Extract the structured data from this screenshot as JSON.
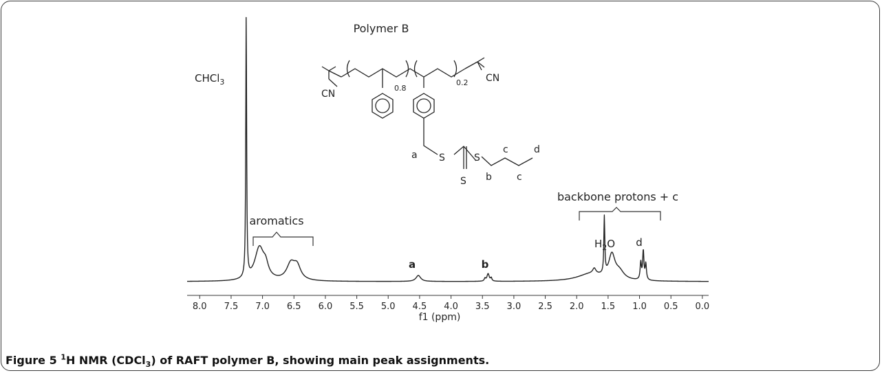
{
  "chart_data": {
    "type": "line",
    "xlabel": "f1 (ppm)",
    "xlim": [
      8.2,
      -0.1
    ],
    "x_reversed": true,
    "x_ticks": [
      "8.0",
      "7.5",
      "7.0",
      "6.5",
      "6.0",
      "5.5",
      "5.0",
      "4.5",
      "4.0",
      "3.5",
      "3.0",
      "2.5",
      "2.0",
      "1.5",
      "1.0",
      "0.5",
      "0.0"
    ],
    "y_axis_shown": false,
    "grid": false,
    "legend": "none",
    "peaks": [
      {
        "shift": 7.26,
        "height": 100,
        "width": 0.008,
        "label": "CHCl3"
      },
      {
        "shift": 7.05,
        "height": 12.5,
        "width": 0.09,
        "label": "aromatics"
      },
      {
        "shift": 6.95,
        "height": 4.0,
        "width": 0.05
      },
      {
        "shift": 6.55,
        "height": 6.0,
        "width": 0.08,
        "label": "aromatics"
      },
      {
        "shift": 6.45,
        "height": 5.0,
        "width": 0.07
      },
      {
        "shift": 4.52,
        "height": 2.3,
        "width": 0.045,
        "label": "a"
      },
      {
        "shift": 3.46,
        "height": 1.0,
        "width": 0.012
      },
      {
        "shift": 3.41,
        "height": 2.9,
        "width": 0.022,
        "label": "b"
      },
      {
        "shift": 3.36,
        "height": 1.2,
        "width": 0.012
      },
      {
        "shift": 1.78,
        "height": 2.8,
        "width": 0.25
      },
      {
        "shift": 1.72,
        "height": 2.0,
        "width": 0.03
      },
      {
        "shift": 1.56,
        "height": 21.5,
        "width": 0.009,
        "label": "H2O"
      },
      {
        "shift": 1.44,
        "height": 9.0,
        "width": 0.06,
        "label": "backbone protons + c"
      },
      {
        "shift": 1.32,
        "height": 3.0,
        "width": 0.09
      },
      {
        "shift": 0.98,
        "height": 6.5,
        "width": 0.012,
        "label": "d"
      },
      {
        "shift": 0.94,
        "height": 11.0,
        "width": 0.012,
        "label": "d"
      },
      {
        "shift": 0.9,
        "height": 6.0,
        "width": 0.012,
        "label": "d"
      }
    ],
    "annotations": {
      "chcl3": {
        "base": "CHCl",
        "sub": "3"
      },
      "aromatics": "aromatics",
      "a": "a",
      "b": "b",
      "h2o": {
        "base": "H",
        "sub": "2",
        "rest": "O"
      },
      "backbone": "backbone protons + c",
      "d": "d"
    },
    "structure": {
      "title": "Polymer B",
      "labels": [
        "CN",
        "0.8",
        "0.2",
        "CN",
        "a",
        "S",
        "S",
        "S",
        "b",
        "c",
        "c",
        "d"
      ]
    }
  },
  "caption": {
    "figure": "Figure 5 ",
    "sup": "1",
    "text1": "H NMR (CDCl",
    "sub": "3",
    "text2": ") of RAFT polymer B, showing main peak assignments."
  },
  "colors": {
    "trace": "#222222",
    "frame": "#3a3a3a",
    "text": "#1a1a1a"
  }
}
